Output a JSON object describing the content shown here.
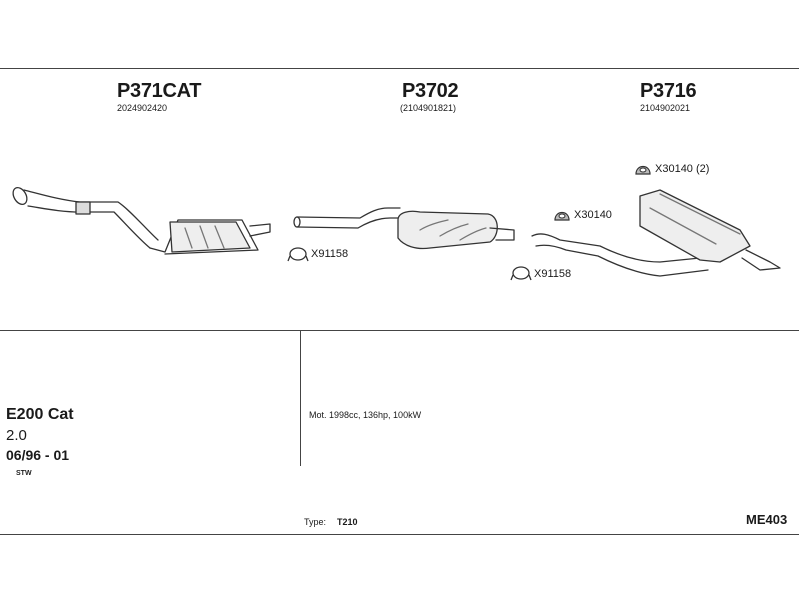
{
  "parts": [
    {
      "code": "P371CAT",
      "number": "2024902420"
    },
    {
      "code": "P3702",
      "number": "(2104901821)"
    },
    {
      "code": "P3716",
      "number": "2104902021"
    }
  ],
  "accessories": {
    "clamp_1": "X91158",
    "clamp_2": "X91158",
    "rubber_1": "X30140",
    "rubber_2": "X30140 (2)"
  },
  "vehicle": {
    "model": "E200 Cat",
    "engine": "2.0",
    "years": "06/96 - 01",
    "body_type": "STW"
  },
  "motor_spec": "Mot. 1998cc, 136hp, 100kW",
  "type_label": "Type:",
  "type_value": "T210",
  "diagram_id": "ME403"
}
